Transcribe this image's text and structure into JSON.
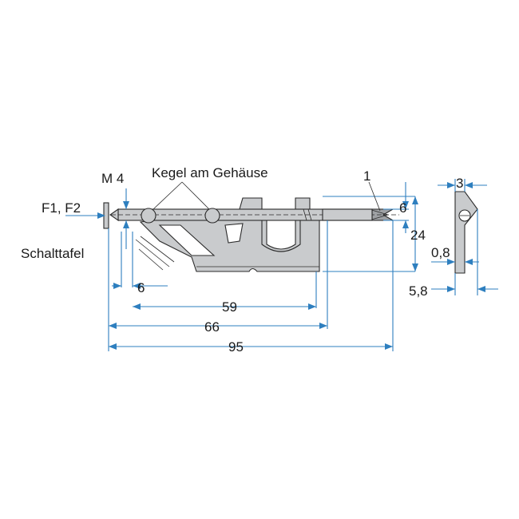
{
  "labels": {
    "thread": "M 4",
    "switch_positions": "F1, F2",
    "panel": "Schalttafel",
    "cone": "Kegel am Gehäuse",
    "tip_dim": "1",
    "dim_6_height": "6",
    "dim_24": "24",
    "dim_3": "3",
    "dim_0_8": "0,8",
    "dim_5_8": "5,8",
    "dim_6_bottom": "6",
    "dim_59": "59",
    "dim_66": "66",
    "dim_95": "95"
  },
  "colors": {
    "dimension": "#2e7fbf",
    "part_fill": "#c9cbcd",
    "outline": "#2b2b2b"
  }
}
